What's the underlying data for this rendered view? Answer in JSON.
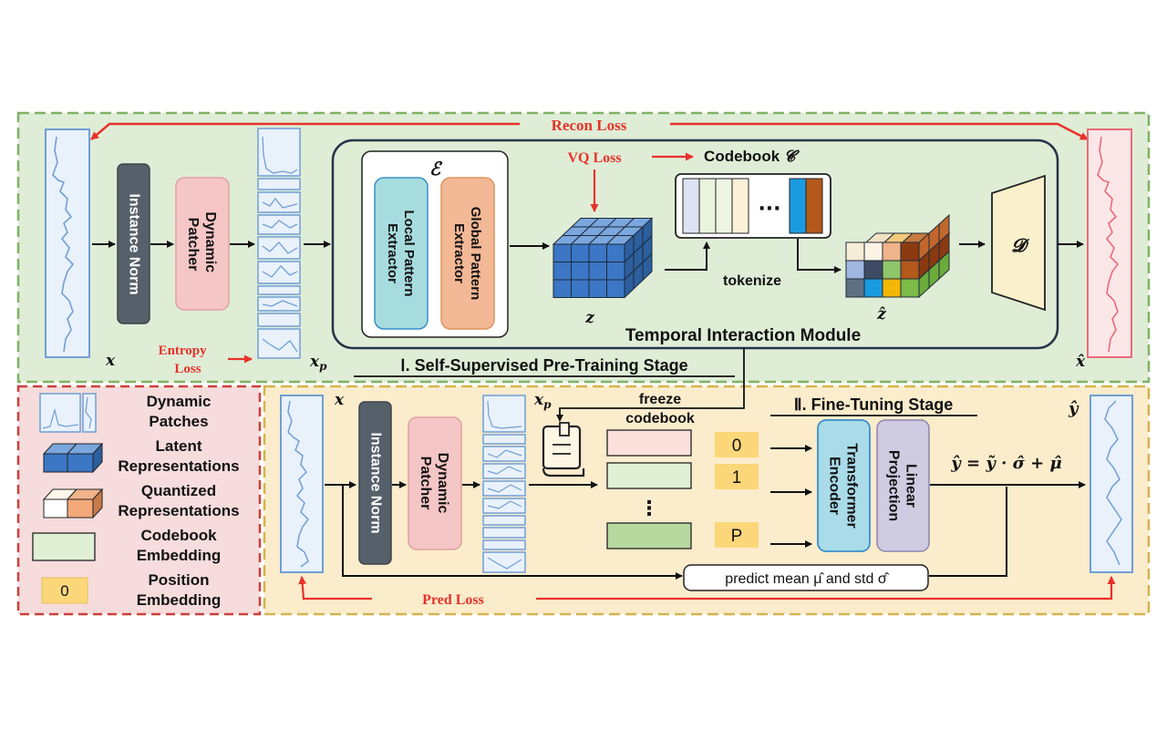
{
  "stage1": {
    "title": "Ⅰ. Self-Supervised Pre-Training Stage",
    "recon_loss": "Recon Loss",
    "vq_loss": "VQ Loss",
    "entropy_loss_line1": "Entropy",
    "entropy_loss_line2": "Loss",
    "instance_norm": "Instance Norm",
    "dynamic_patcher": "Dynamic Patcher",
    "encoder_symbol": "ℰ",
    "local_extractor": "Local Pattern Extractor",
    "global_extractor": "Global Pattern Extractor",
    "codebook_label": "Codebook",
    "codebook_symbol": "𝓒",
    "ellipsis": "···",
    "tokenize": "tokenize",
    "z_label": "z",
    "zhat_label": "ẑ",
    "decoder_symbol": "𝓓",
    "module_title": "Temporal Interaction Module",
    "x_label": "x",
    "xp_label": "xp",
    "xhat_label": "x̂"
  },
  "stage2": {
    "title": "Ⅱ. Fine-Tuning Stage",
    "x_label": "x",
    "xp_label": "xp",
    "instance_norm": "Instance Norm",
    "dynamic_patcher": "Dynamic Patcher",
    "freeze_line1": "freeze",
    "freeze_line2": "codebook",
    "pos0": "0",
    "pos1": "1",
    "posP": "P",
    "vdots": "⋮",
    "transformer": "Transformer Encoder",
    "linear": "Linear Projection",
    "formula": "ŷ = ỹ · σ̂ + μ̂",
    "predict": "predict mean μ̂ and std σ̂",
    "pred_loss": "Pred Loss",
    "yhat_label": "ŷ"
  },
  "legend": {
    "dynamic_patches": [
      "Dynamic",
      "Patches"
    ],
    "latent": [
      "Latent",
      "Representations"
    ],
    "quantized": [
      "Quantized",
      "Representations"
    ],
    "codebook_emb": [
      "Codebook",
      "Embedding"
    ],
    "position_emb": [
      "Position",
      "Embedding"
    ],
    "position_sample": "0"
  },
  "colors": {
    "stage1_bg": "#dfedd6",
    "stage1_border": "#7fb364",
    "stage2_bg": "#fbeccc",
    "stage2_border": "#d4b34f",
    "legend_bg": "#f6dcdc",
    "legend_border": "#c9403c",
    "accent_red": "#e8312a",
    "signal_blue": "#6f9fd6",
    "signal_red": "#e96b78"
  }
}
